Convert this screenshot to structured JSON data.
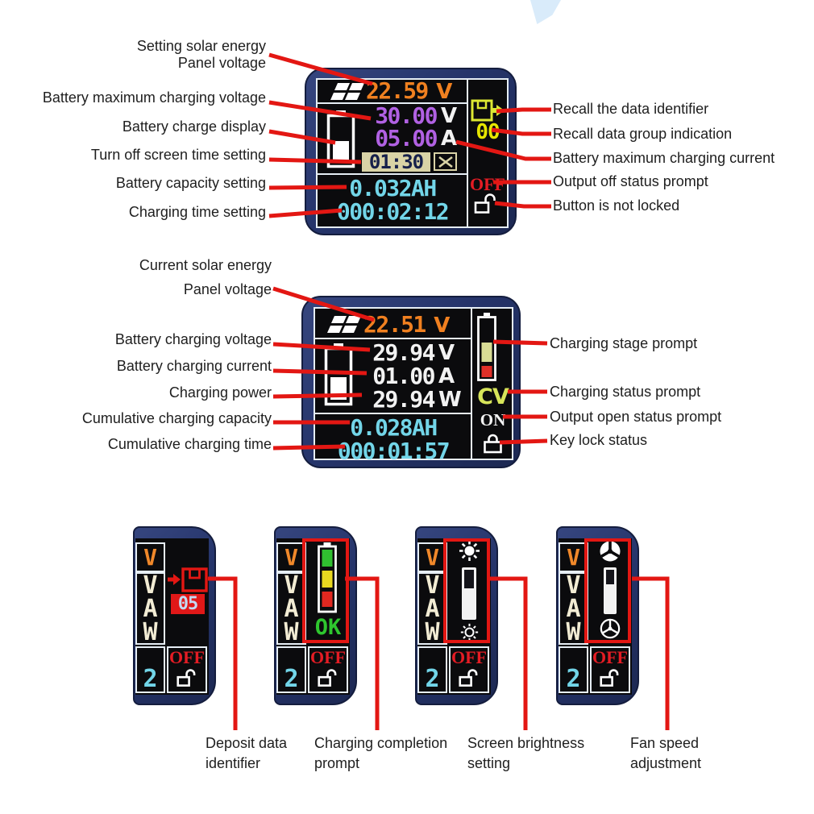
{
  "colors": {
    "callout_red": "#e31713",
    "bezel_navy": "#2b3a6d",
    "screen_black": "#0b0b0d",
    "grid_white": "#e6eef5",
    "solar_orange": "#f08020",
    "setting_purple": "#b161e3",
    "cumulative_cyan": "#72d5e8",
    "recall_yellow": "#e6e600",
    "status_red": "#e41c24",
    "ok_green": "#2ec62e",
    "cv_yellow_green": "#d6e45a",
    "screen_off_beige": "#d9d3a6",
    "value_white": "#f2f2f2",
    "data_group_blue": "#c4daf4"
  },
  "display1": {
    "left_labels": [
      "Setting solar energy",
      "Panel voltage",
      "Battery maximum charging voltage",
      "Battery charge display",
      "Turn off screen time setting",
      "Battery capacity setting",
      "Charging time setting"
    ],
    "right_labels": [
      "Recall the data identifier",
      "Recall data group indication",
      "Battery maximum charging current",
      "Output off status prompt",
      "Button is not locked"
    ],
    "screen": {
      "solar_voltage": "22.59",
      "solar_unit": "V",
      "max_charge_voltage": "30.00",
      "voltage_unit": "V",
      "max_charge_current": "05.00",
      "current_unit": "A",
      "screen_off_time": "01:30",
      "capacity": "0.032AH",
      "charge_time": "000:02:12",
      "recall_group": "00",
      "output_status": "OFF"
    }
  },
  "display2": {
    "left_labels": [
      "Current solar energy",
      "Panel voltage",
      "Battery charging voltage",
      "Battery charging current",
      "Charging power",
      "Cumulative charging capacity",
      "Cumulative charging time"
    ],
    "right_labels": [
      "Charging stage prompt",
      "Charging status prompt",
      "Output open status prompt",
      "Key lock status"
    ],
    "screen": {
      "solar_voltage": "22.51",
      "solar_unit": "V",
      "charge_voltage": "29.94",
      "voltage_unit": "V",
      "charge_current": "01.00",
      "current_unit": "A",
      "charge_power": "29.94",
      "power_unit": "W",
      "capacity": "0.028AH",
      "charge_time": "000:01:57",
      "charge_status": "CV",
      "output_status": "ON"
    }
  },
  "small_displays": {
    "mode_top": "V",
    "mode_letters": [
      "V",
      "A",
      "W"
    ],
    "group_number": "2",
    "output_status": "OFF",
    "panels": [
      {
        "caption_line1": "Deposit data",
        "caption_line2": "identifier",
        "data_group": "05"
      },
      {
        "caption_line1": "Charging completion",
        "caption_line2": "prompt",
        "status": "OK"
      },
      {
        "caption_line1": "Screen brightness",
        "caption_line2": "setting"
      },
      {
        "caption_line1": "Fan speed",
        "caption_line2": "adjustment"
      }
    ]
  }
}
